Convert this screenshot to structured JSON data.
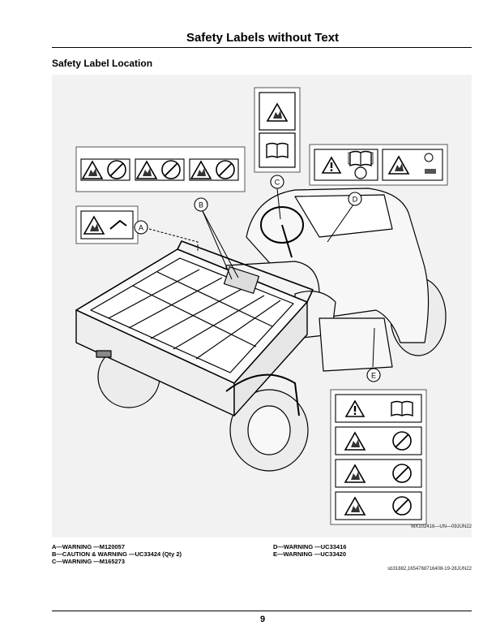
{
  "header": {
    "title": "Safety Labels without Text"
  },
  "section": {
    "heading": "Safety Label Location"
  },
  "figure": {
    "callouts": [
      "A",
      "B",
      "C",
      "D",
      "E"
    ],
    "reference": "MX102416—UN—09JUN22"
  },
  "legend": {
    "left": [
      "A—WARNING —M120057",
      "B—CAUTION & WARNING —UC33424 (Qty 2)",
      "C—WARNING —M165273"
    ],
    "right": [
      "D—WARNING —UC33416",
      "E—WARNING —UC33420"
    ]
  },
  "doc_ref": "sb31882,1654768716408-19-28JUN22",
  "footer": {
    "page_number": "9"
  }
}
